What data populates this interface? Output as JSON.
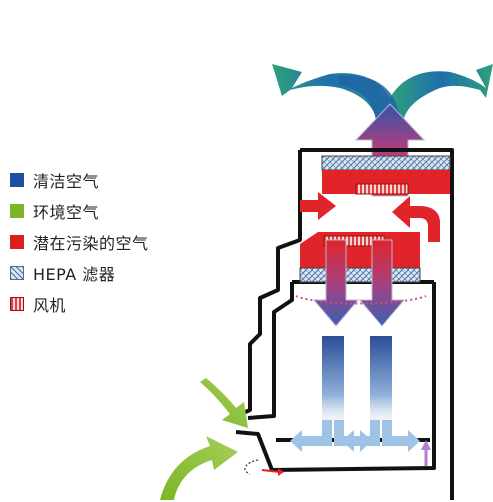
{
  "legend": {
    "items": [
      {
        "key": "clean_air",
        "label": "清洁空气",
        "color": "#1e4fa0"
      },
      {
        "key": "ambient_air",
        "label": "环境空气",
        "color": "#7cb526"
      },
      {
        "key": "contaminated_air",
        "label": "潜在污染的空气",
        "color": "#dd1e1e"
      },
      {
        "key": "hepa_filter",
        "label": "HEPA 滤器",
        "color": "#b8cfe6"
      },
      {
        "key": "fan",
        "label": "风机",
        "color": "#e04040"
      }
    ]
  },
  "colors": {
    "clean": "#1e4fa0",
    "ambient": "#7cb526",
    "contaminated": "#dd1e1e",
    "exhaust_green": "#2e9a7a",
    "cabinet_outline": "#111111",
    "filter": "#b8cfe6"
  }
}
